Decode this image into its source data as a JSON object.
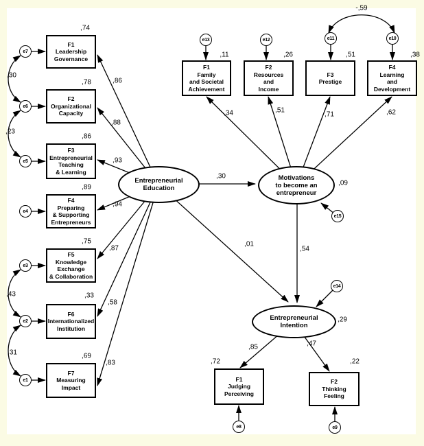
{
  "colors": {
    "page_background": "#fbfbe4",
    "canvas_background": "#ffffff",
    "line": "#000000"
  },
  "latents": {
    "education": {
      "label": "Entrepreneurial\nEducation"
    },
    "motivation": {
      "label": "Motivations\nto become an\nentrepreneur",
      "r2": ",09",
      "error": "e15"
    },
    "intention": {
      "label": "Entrepreneurial\nIntention",
      "r2": ",29",
      "error": "e14"
    }
  },
  "paths": {
    "education_to_motivation": ",30",
    "education_to_intention": ",01",
    "motivation_to_intention": ",54"
  },
  "education_indicators": [
    {
      "name": "F1\nLeadership\nGovernance",
      "r2": ",74",
      "loading": ",86",
      "error": "e7"
    },
    {
      "name": "F2\nOrganizational\nCapacity",
      "r2": ",78",
      "loading": ",88",
      "error": "e6"
    },
    {
      "name": "F3\nEntrepreneurial\nTeaching\n& Learning",
      "r2": ",86",
      "loading": ",93",
      "error": "e5"
    },
    {
      "name": "F4\nPreparing\n& Supporting\nEntrepreneurs",
      "r2": ",89",
      "loading": ",94",
      "error": "e4"
    },
    {
      "name": "F5\nKnowledge\nExchange\n& Collaboration",
      "r2": ",75",
      "loading": ",87",
      "error": "e3"
    },
    {
      "name": "F6\nInternationalized\nInstitution",
      "r2": ",33",
      "loading": ",58",
      "error": "e2"
    },
    {
      "name": "F7\nMeasuring\nImpact",
      "r2": ",69",
      "loading": ",83",
      "error": "e1"
    }
  ],
  "education_error_covariances": [
    {
      "between": "e7-e6",
      "value": ",30"
    },
    {
      "between": "e6-e5",
      "value": ",23"
    },
    {
      "between": "e3-e2",
      "value": ",43"
    },
    {
      "between": "e2-e1",
      "value": ",31"
    }
  ],
  "motivation_indicators": [
    {
      "name": "F1\nFamily\nand Societal\nAchievement",
      "r2": ",11",
      "loading": ",34",
      "error": "e13"
    },
    {
      "name": "F2\nResources\nand\nIncome",
      "r2": ",26",
      "loading": ",51",
      "error": "e12"
    },
    {
      "name": "F3\nPrestige",
      "r2": ",51",
      "loading": ",71",
      "error": "e11"
    },
    {
      "name": "F4\nLearning\nand\nDevelopment",
      "r2": ",38",
      "loading": ",62",
      "error": "e10"
    }
  ],
  "motivation_error_covariance": {
    "between": "e11-e10",
    "value": "-,59"
  },
  "intention_indicators": [
    {
      "name": "F1\nJudging\nPerceiving",
      "r2": ",72",
      "loading": ",85",
      "error": "e8"
    },
    {
      "name": "F2\nThinking\nFeeling",
      "r2": ",22",
      "loading": ",47",
      "error": "e9"
    }
  ]
}
